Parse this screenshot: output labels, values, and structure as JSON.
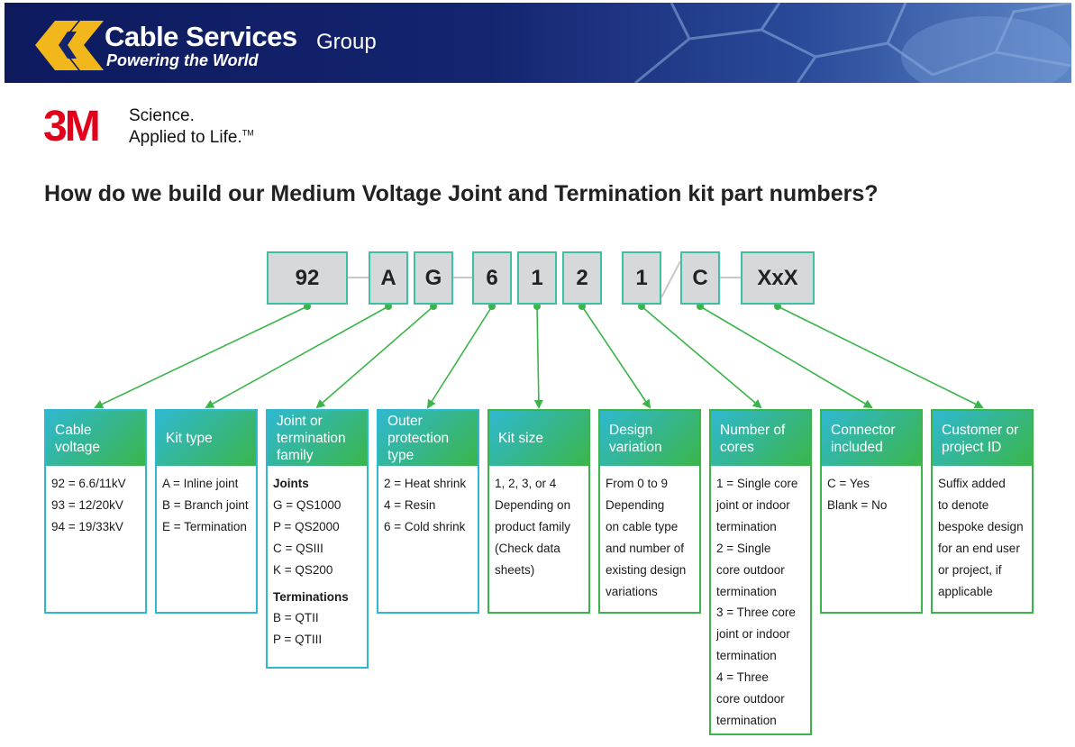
{
  "header": {
    "brand_name": "Cable Services",
    "brand_group": "Group",
    "tagline": "Powering the World"
  },
  "brand_3m": {
    "logo_text": "3M",
    "tagline_1": "Science.",
    "tagline_2": "Applied to Life.",
    "tm": "TM"
  },
  "colors": {
    "banner_dark": "#0d1a5e",
    "chevron_yellow": "#f2b71b",
    "brand_red": "#e2001a",
    "code_box_fill": "#d6d8da",
    "connector_green": "#3bb54a",
    "card_teal": "#2fb8d0",
    "card_green": "#3bb54a"
  },
  "title": "How do we build our Medium Voltage Joint and Termination kit part numbers?",
  "code": [
    "92",
    "A",
    "G",
    "6",
    "1",
    "2",
    "1",
    "C",
    "XxX"
  ],
  "categories": [
    {
      "title": "Cable voltage",
      "lines": [
        "92 = 6.6/11kV",
        "93 = 12/20kV",
        "94 = 19/33kV"
      ]
    },
    {
      "title": "Kit type",
      "lines": [
        "A = Inline joint",
        "B = Branch joint",
        "E = Termination"
      ]
    },
    {
      "title": "Joint or termination family",
      "groups": [
        {
          "heading": "Joints",
          "lines": [
            "G = QS1000",
            "P = QS2000",
            "C = QSIII",
            "K = QS200"
          ]
        },
        {
          "heading": "Terminations",
          "lines": [
            "B = QTII",
            "P = QTIII"
          ]
        }
      ]
    },
    {
      "title": "Outer protection type",
      "lines": [
        "2 = Heat shrink",
        "4 = Resin",
        "6 = Cold shrink"
      ]
    },
    {
      "title": "Kit size",
      "lines": [
        "1, 2, 3, or 4",
        "Depending on",
        "product family",
        "(Check data",
        "sheets)"
      ]
    },
    {
      "title": "Design variation",
      "lines": [
        "From 0 to 9",
        "Depending",
        "on cable type",
        "and number of",
        "existing design",
        "variations"
      ]
    },
    {
      "title": "Number of cores",
      "lines": [
        "1 = Single core",
        "joint or indoor",
        "termination",
        "2 = Single",
        "core outdoor",
        "termination",
        "3 = Three core",
        "joint or indoor",
        "termination",
        "4 = Three",
        "core outdoor",
        "termination"
      ]
    },
    {
      "title": "Connector included",
      "lines": [
        "C = Yes",
        "Blank = No"
      ]
    },
    {
      "title": "Customer or project ID",
      "lines": [
        "Suffix added",
        "to denote",
        "bespoke design",
        "for an end user",
        "or project, if",
        "applicable"
      ]
    }
  ]
}
